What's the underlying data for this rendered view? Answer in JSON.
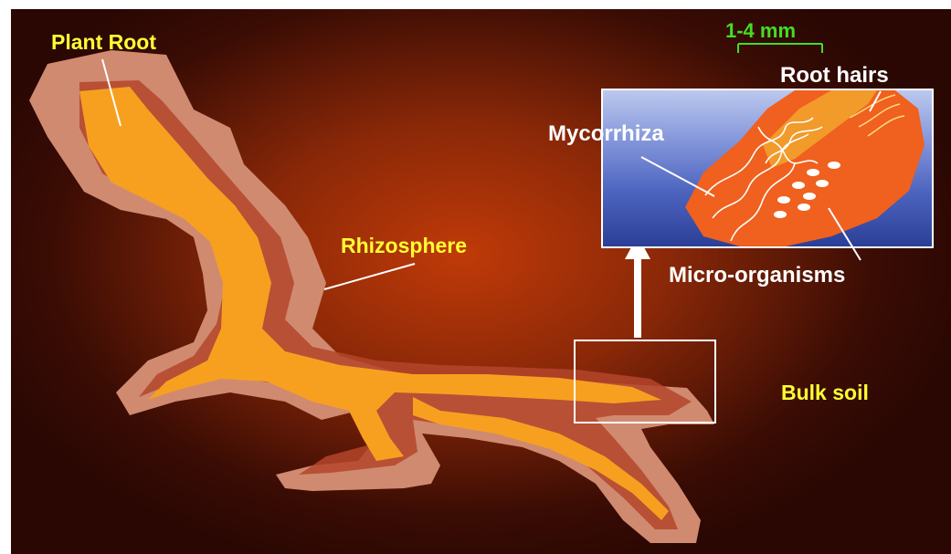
{
  "labels": {
    "plant_root": "Plant Root",
    "rhizosphere": "Rhizosphere",
    "bulk_soil": "Bulk soil",
    "mycorrhiza": "Mycorrhiza",
    "root_hairs": "Root hairs",
    "micro_organisms": "Micro-organisms",
    "scale": "1-4 mm"
  },
  "colors": {
    "root_core": "#f7a020",
    "rhizosphere_zone": "#d4876a",
    "inset_root": "#f0601e",
    "label_yellow": "#ffff33",
    "scale_green": "#44dd22"
  }
}
